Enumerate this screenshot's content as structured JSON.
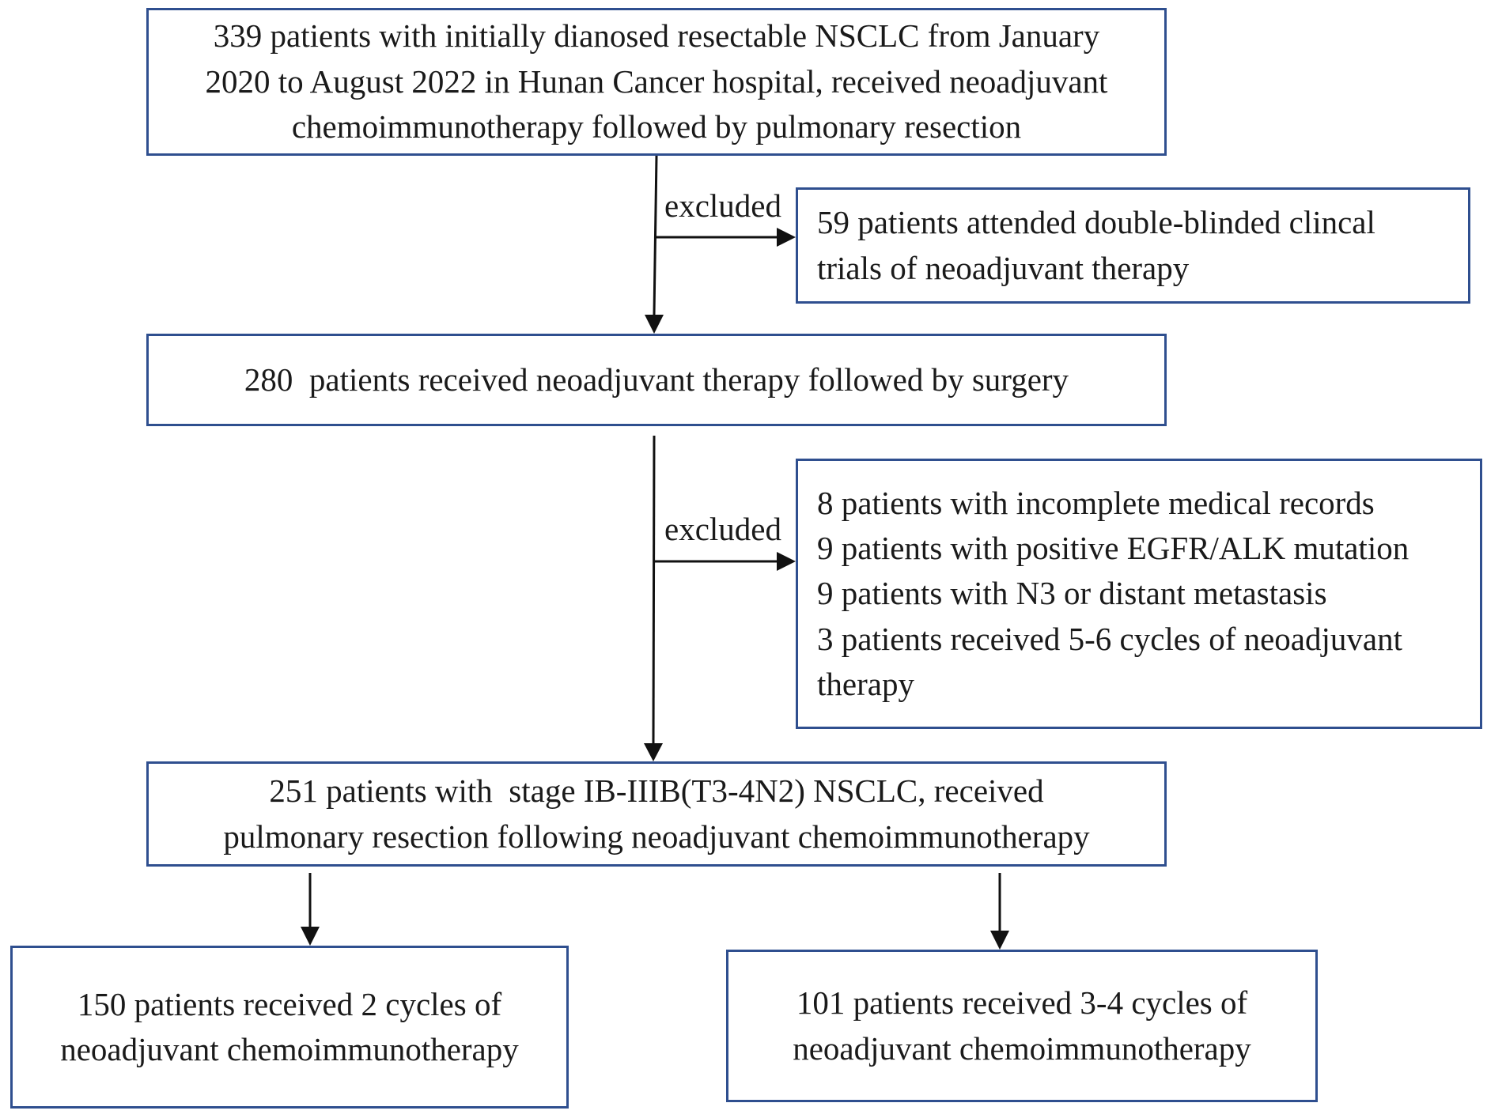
{
  "flowchart": {
    "start": {
      "lines": [
        "339 patients with initially dianosed resectable NSCLC from January",
        "2020 to August 2022 in Hunan Cancer hospital, received neoadjuvant",
        "chemoimmunotherapy followed by pulmonary resection"
      ]
    },
    "exclusion_1": {
      "label": "excluded",
      "lines": [
        "59 patients attended double-blinded clincal",
        "trials of neoadjuvant therapy"
      ]
    },
    "step_280": {
      "lines": [
        "280  patients received neoadjuvant therapy followed by surgery"
      ]
    },
    "exclusion_2": {
      "label": "excluded",
      "lines": [
        "8 patients with incomplete medical records",
        "9 patients with positive EGFR/ALK mutation",
        "9 patients with N3 or distant metastasis",
        "3 patients received 5-6 cycles of neoadjuvant",
        "therapy"
      ]
    },
    "step_251": {
      "lines": [
        "251 patients with  stage IB-IIIB(T3-4N2) NSCLC, received",
        "pulmonary resection following neoadjuvant chemoimmunotherapy"
      ]
    },
    "group_2_cycles": {
      "lines": [
        "150 patients received 2 cycles of",
        "neoadjuvant chemoimmunotherapy"
      ]
    },
    "group_3_4_cycles": {
      "lines": [
        "101 patients received 3-4 cycles of",
        "neoadjuvant chemoimmunotherapy"
      ]
    }
  },
  "colors": {
    "box_border": "#2f4f8f",
    "arrow": "#111111",
    "text": "#1a1a1a"
  }
}
